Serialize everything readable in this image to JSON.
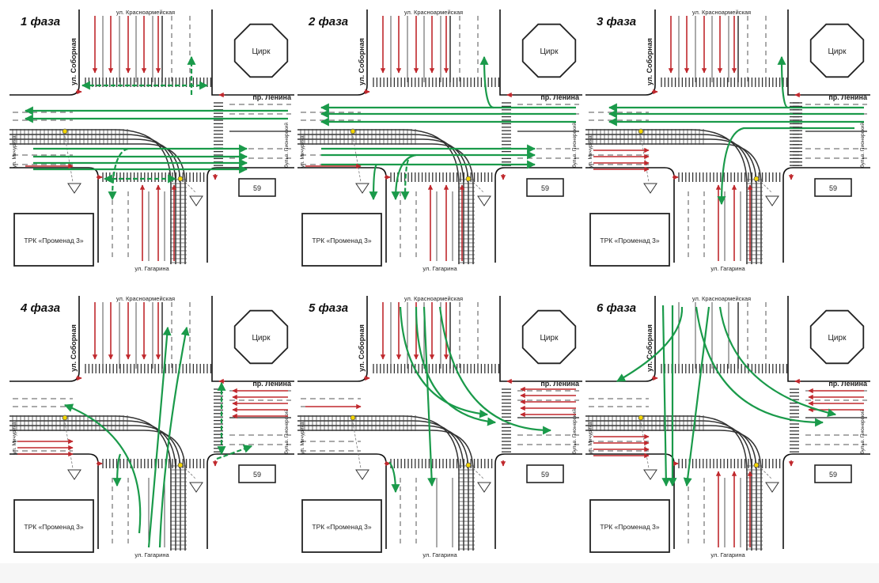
{
  "streets": {
    "north": "ул. Красноармейская",
    "west_main": "ул. Соборная",
    "east_main": "пр. Ленина",
    "west_small": "ул. Мичурина",
    "east_small": "бульв. Пионерский",
    "south": "ул. Гагарина"
  },
  "buildings": {
    "circus": "Цирк",
    "mall": "ТРК «Променад 3»",
    "house_number": "59"
  },
  "phases": [
    {
      "title": "1 фаза"
    },
    {
      "title": "2 фаза"
    },
    {
      "title": "3 фаза"
    },
    {
      "title": "4 фаза"
    },
    {
      "title": "5 фаза"
    },
    {
      "title": "6 фаза"
    }
  ],
  "colors": {
    "vehicle_flow": "#1a9a4a",
    "stop_flow": "#c0282d",
    "road_line": "#111111",
    "tram": "#333333",
    "background": "#ffffff"
  }
}
